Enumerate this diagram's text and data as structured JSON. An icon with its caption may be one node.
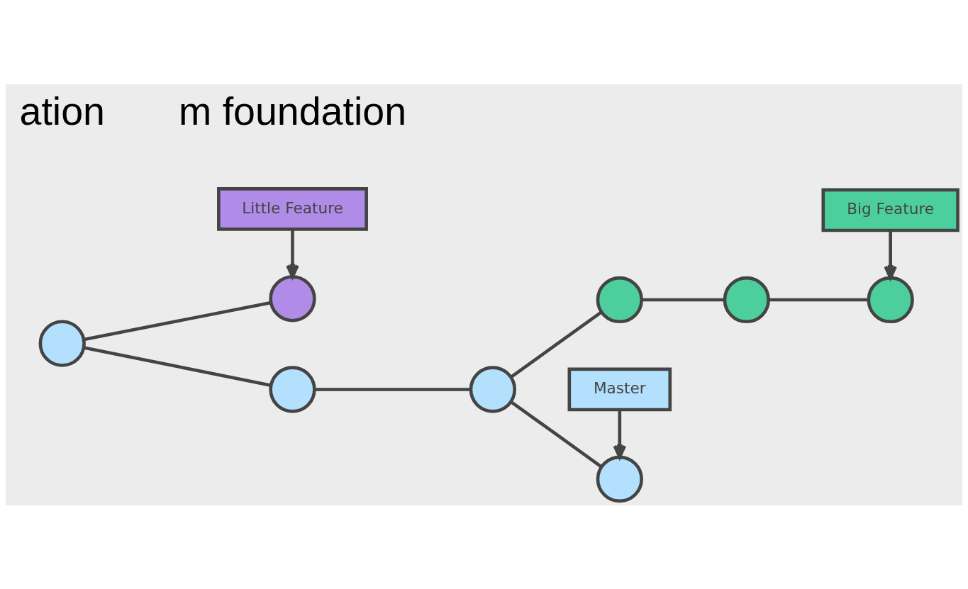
{
  "diagram": {
    "nodes": [
      {
        "text": [
          "Little Feature"
        ]
      },
      {
        "text": [
          "Master"
        ]
      },
      {
        "text": [],
        "shape": "circle"
      },
      {
        "text": [],
        "shape": "circle"
      },
      {
        "text": [],
        "shape": "circle"
      },
      {
        "text": [],
        "shape": "circle"
      },
      {
        "text": [],
        "shape": "circle"
      },
      {
        "text": [],
        "shape": "circle"
      },
      {
        "text": [],
        "shape": "circle"
      },
      {
        "text": [],
        "shape": "circle"
      },
      {
        "text": [
          "Big Feature"
        ]
      }
    ],
    "edges": [
      {
        "from": 0,
        "to": 2,
        "arrow": "to"
      },
      {
        "from": 1,
        "to": 6,
        "arrow": "to"
      },
      {
        "from": 10,
        "to": 9,
        "arrow": "to"
      },
      {
        "from": 3,
        "to": 2,
        "arrow": "none"
      },
      {
        "from": 3,
        "to": 4,
        "arrow": "none"
      },
      {
        "from": 4,
        "to": 5,
        "arrow": "none"
      },
      {
        "from": 5,
        "to": 6,
        "arrow": "none"
      },
      {
        "from": 5,
        "to": 7,
        "arrow": "none"
      },
      {
        "from": 7,
        "to": 8,
        "arrow": "none"
      },
      {
        "from": 8,
        "to": 9,
        "arrow": "none"
      }
    ],
    "labels": [
      "ation",
      "m foundation"
    ]
  }
}
